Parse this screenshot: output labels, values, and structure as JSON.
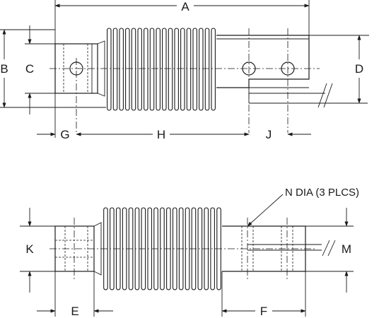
{
  "dimension_labels": {
    "a": "A",
    "b": "B",
    "c": "C",
    "d": "D",
    "e": "E",
    "f": "F",
    "g": "G",
    "h": "H",
    "j": "J",
    "k": "K",
    "m": "M"
  },
  "note": "N DIA (3 PLCS)"
}
